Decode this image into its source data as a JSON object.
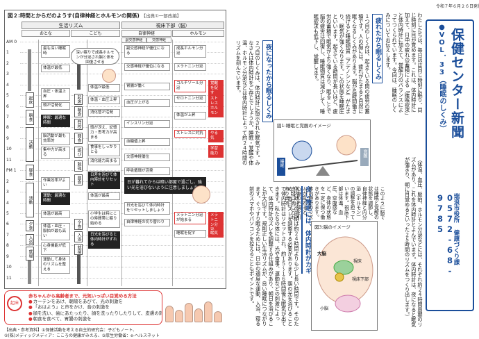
{
  "issue_date": "令和７年６月２６日発行",
  "masthead": {
    "title": "保健センター新聞",
    "vol": "●VOL．33（睡眠のしくみ）",
    "org": "瑞浪市役所 健康づくり課",
    "tel": "0572-68-9785"
  },
  "intro": {
    "p1": "わたしたちは、毎日ほぼ同じ時刻に眠り、同じ時刻に目が覚めます。これは、体内時計に加えて、日中の疲れの蓄積による「睡眠欲求」と体内時計に加えて、覚醒力のバランスによってつくられています。",
    "p2": "今回は、睡眠のしくみについてお伝えします。",
    "p3": "（体温、血圧、脈拍、ホルモン分泌などには、それぞれ約２４時間周期のリズムがあり、これを体内時計とよんでいます。体内時計は、夜になると眠気が強まり、朝に目覚めるといった２５時間のリズムをつくり出します。）"
  },
  "sec1": {
    "heading": "疲れたから眠るしくみ",
    "text": "１つ目のしくみは、起きている間の疲労の蓄積です。人の脳には、疲れがたまると自然に眠くなるしくみがあります。脳が長時間働き続けると睡眠物質（アデノシンなど）がたまり、眠気が強くなります。この状態を睡眠圧といいます。起きている時間が長いほど、疲労の蓄積で眠気がより強くなり、眠ることで脳の疲労は回復し、睡眠物質は減少して、睡眠欲求も低下し、覚醒します。"
  },
  "sec2": {
    "heading": "夜になったから眠るしくみ",
    "text": "２つ目のしくみは、体内時計に指示された眠気です。みなさんは体内時計をご存じでしょうか。睡眠・覚醒や体温、ホルモン分泌などは体内時計によって約２４時間のリズムを刻んでいます。"
  },
  "sec3": {
    "heading": "良い睡眠には、体内時計がカギ",
    "text": "体内時計の周期は約２４時間よりも少し長い時間です。そのため、毎日ズレを調整する必要があります。朝の光を浴びることで体内時計はリセットされ、約１５～１６時間後に眠気が出てきます。私たちの体には、光や食事、運動などの刺激によって、体内時計のズレを調整する仕組みがあり、朝日を浴びることが大切です。規則正しい生活リズムが、良い睡眠につながります。ぐっすり眠るためには、日中の適度な運動、入浴、寝る前のスマホやパソコンを控えることもポイントです。"
  },
  "sec4": {
    "text": "このように脳では睡眠と覚醒の状態を調節し、自律神経と内分泌（ホルモン）の調整を担っています。視床下部は体温、血圧、空腹感など、身体の状態を一定に保つ働きがあります。体内時計のリズムが乱れると、心身の不調を引き起こすこともあります。"
  },
  "fig1": {
    "caption": "図1:睡眠と覚醒のイメージ",
    "left": "睡眠",
    "right": "覚醒"
  },
  "fig3": {
    "caption": "図3:脳のイメージ",
    "labels": [
      "大脳",
      "視床",
      "視床下部",
      "小脳"
    ]
  },
  "fig2": {
    "title": "図２:時間とからだのようす(自律神経とホルモンの関係)",
    "source": "【出典①一部改編】",
    "header_top": [
      "生活リズム",
      "視床下部（脳）"
    ],
    "header_cols": [
      "おとな",
      "こども",
      "自律神経",
      "ホルモン"
    ],
    "header_sub": [
      "副交感神経",
      "交感神経"
    ],
    "times": [
      "AM 0",
      "1",
      "2",
      "3",
      "4",
      "5",
      "6",
      "7",
      "8",
      "9",
      "10",
      "11",
      "PM 1",
      "2",
      "3",
      "4",
      "5",
      "6",
      "7",
      "8",
      "9",
      "10",
      "11"
    ],
    "adult_acts": [
      "起床",
      "朝食",
      "活動",
      "昼食",
      "活動",
      "夕食",
      "入浴",
      "就寝"
    ],
    "child_acts": [
      "起床",
      "朝食",
      "登校",
      "問食",
      "遊び",
      "勉強",
      "昼食",
      "夕食",
      "入浴",
      "就寝"
    ],
    "adult_notes": [
      "最も深い睡眠時",
      "体温が最低",
      "血圧・体温上昇",
      "頭が活発化",
      "脳活動が最も効率的",
      "集中力が高まる",
      "作業効率がよい",
      "体温が最高",
      "体温・血圧・脈拍が最も高い",
      "心身機能が低下",
      "運動して身体のリズムを整える"
    ],
    "adult_dark": [
      "睡眠：最適な時間",
      "運動：最適な時間"
    ],
    "child_notes": [
      "体温が最低",
      "体温・血圧上昇",
      "消化管が活発",
      "頭が冴え、記憶力・思考力が高まる",
      "食事をしっかりとる",
      "消化能力高まる",
      "体温が最高",
      "小学生は特にこの時間帯に眠り始める"
    ],
    "child_dark": [
      "日差を浴びて体内時計をリセット",
      "日光を浴びると体内時計がずれる"
    ],
    "cloud": "深い眠りで成長ホルモンが分泌され脳と体を回復させる",
    "child_tip": "日光を浴びて体内時計をリセットしましょう",
    "auto_notes": [
      "副交感神経が優位になる",
      "交感神経が優位になる",
      "胃腸が働く",
      "血圧が上がる",
      "インスリン分泌",
      "血糖値上昇",
      "交感神経優位",
      "呼吸循環が活発",
      "自律神経の切り替わり"
    ],
    "hormone_notes": [
      "成長ホルモン分泌",
      "メラトニン分泌",
      "コルチゾール分泌",
      "セロトニン分泌",
      "体温が上昇",
      "ストレスに対抗",
      "メラトニン分泌が始まる",
      "睡眠を促す"
    ],
    "hormone_red": [
      "覚醒を促す",
      "ストレスホルモン",
      "やる気",
      "学習能力",
      "メラトニン分泌",
      "眠気"
    ],
    "big_dark": "日が暮れてからは暗い部屋で過ごし、強い光を浴びないように注意しましょう"
  },
  "tips": {
    "title": "赤ちゃんから高齢者まで、元気いっぱい目覚める方法",
    "items": [
      "カーテンをあけ、朝陽をあびて、光の刺激を",
      "「おはよう」と声をかけ、音の刺激を",
      "顔を洗い、歯にあたったり、顔を洗ったりしたりして、皮膚の刺激を",
      "朝食を食べて、胃腸の刺激を"
    ],
    "clock": "起床"
  },
  "sources": {
    "line1": "【出典・参考資料】①保健活動を考える自主的研究会：子どもノート、",
    "line2": "②(株)メディックメディア：こころの健康がみえる、③厚生労働省：e-ヘルスネット"
  },
  "colors": {
    "accent": "#1b4e9a",
    "red": "#d33"
  }
}
